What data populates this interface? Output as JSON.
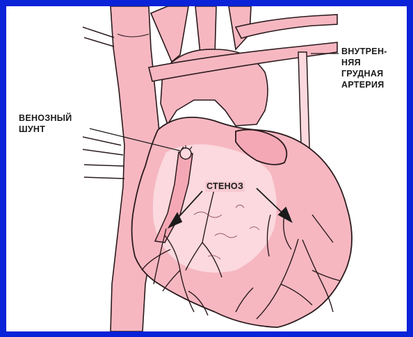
{
  "labels": {
    "venous_shunt_line1": "ВЕНОЗНЫЙ",
    "venous_shunt_line2": "ШУНТ",
    "mammary_line1": "ВНУТРЕН-",
    "mammary_line2": "НЯЯ",
    "mammary_line3": "ГРУДНАЯ",
    "mammary_line4": "АРТЕРИЯ",
    "stenosis": "СТЕНОЗ"
  },
  "colors": {
    "frame": "#0a22d8",
    "background": "#ffffff",
    "tissue_pink": "#f6b7c1",
    "tissue_light": "#fbd9de",
    "tissue_deep": "#f08a9c",
    "outline": "#2a1a1c"
  }
}
